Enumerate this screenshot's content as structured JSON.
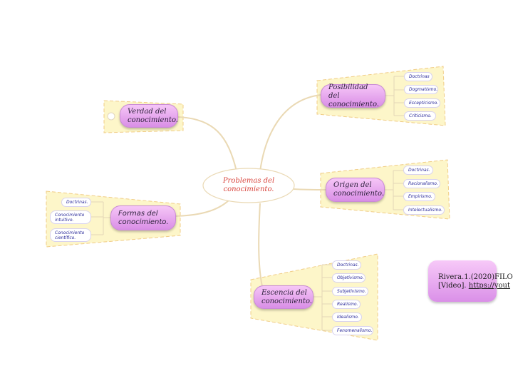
{
  "central_topic": "Problemas del\nconocimiento.",
  "branches": [
    {
      "id": "posibilidad",
      "label": "Posibilidad del\nconocimiento.",
      "children": [
        "Doctrinas",
        "Dogmatismo.",
        "Escepticismo.",
        "Criticismo."
      ]
    },
    {
      "id": "origen",
      "label": "Origen del\nconocimiento.",
      "children": [
        "Doctrinas.",
        "Racionalismo.",
        "Empirismo.",
        "Intelectualismo."
      ]
    },
    {
      "id": "esencia",
      "label": "Escencia del\nconocimiento.",
      "children": [
        "Doctrinas.",
        "Objetivismo.",
        "Subjetivismo.",
        "Realismo.",
        "Idealismo.",
        "Fenomenalismo."
      ]
    },
    {
      "id": "formas",
      "label": "Formas del\nconocimiento.",
      "children": [
        "Doctrinas.",
        "Conocimiento\nintuitivo.",
        "Conocimiento\ncientífico."
      ]
    },
    {
      "id": "verdad",
      "label": "Verdad del\nconocimiento.",
      "children": []
    }
  ],
  "citation": {
    "text": "Rivera.1.(2020)FILO",
    "video": "[Video].",
    "link": "https://yout"
  },
  "colors": {
    "line": "#ead9b4",
    "region_fill": "#fdf6c9",
    "region_border": "#f0cc86",
    "node_gradient_top": "#f6c6f7",
    "node_gradient_bottom": "#d98ee6",
    "leaf_text": "#2a2a9a",
    "center_text": "#d9463e"
  }
}
